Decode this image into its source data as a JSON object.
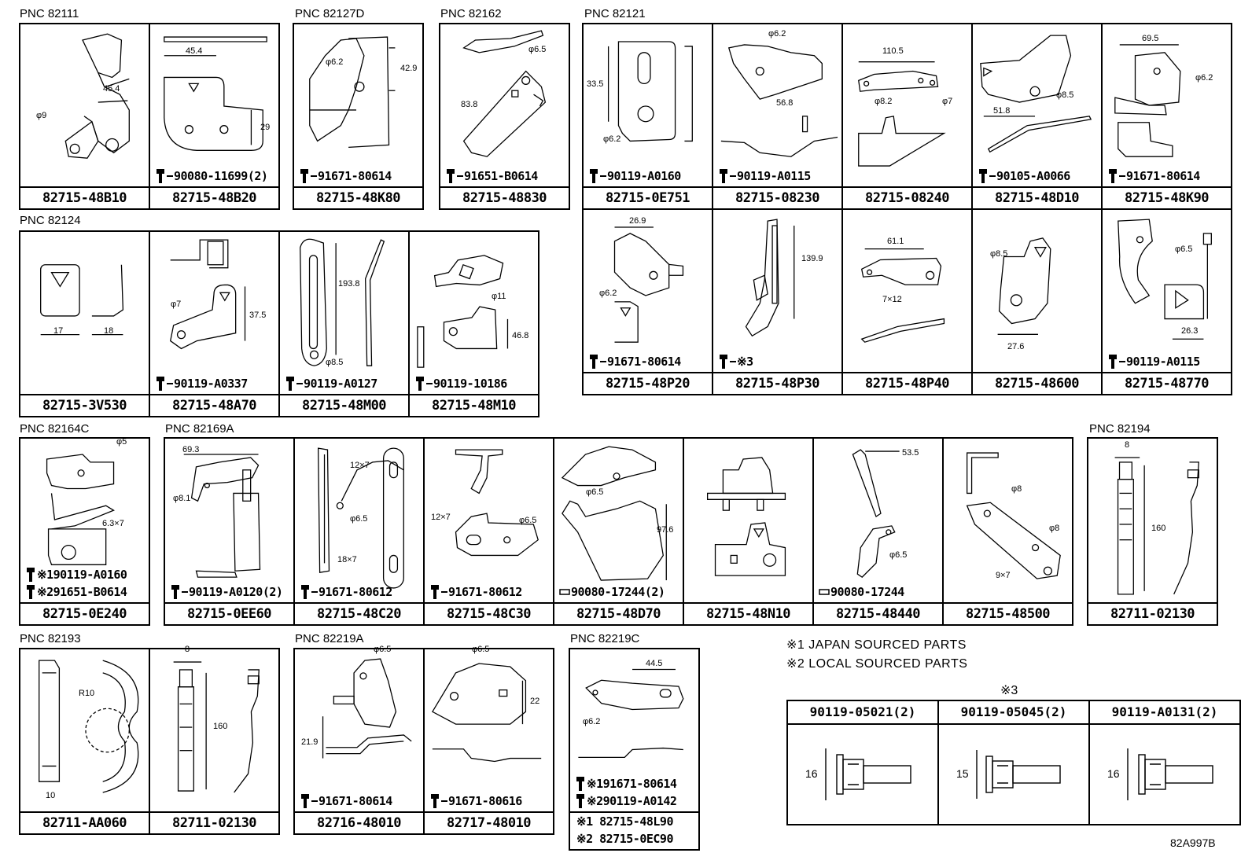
{
  "groups": {
    "g82111": "PNC 82111",
    "g82127D": "PNC 82127D",
    "g82162": "PNC 82162",
    "g82121": "PNC 82121",
    "g82124": "PNC 82124",
    "g82164C": "PNC 82164C",
    "g82169A": "PNC 82169A",
    "g82194": "PNC 82194",
    "g82193": "PNC 82193",
    "g82219A": "PNC 82219A",
    "g82219C": "PNC 82219C"
  },
  "parts": {
    "p48B10": {
      "pn": "82715-48B10",
      "dims": [
        "φ9",
        "45.4"
      ]
    },
    "p48B20": {
      "pn": "82715-48B20",
      "bolt": "90080-11699(2)",
      "dims": [
        "45.4",
        "29"
      ]
    },
    "p48K80": {
      "pn": "82715-48K80",
      "bolt": "91671-80614",
      "dims": [
        "φ6.2",
        "42.9"
      ]
    },
    "p48830": {
      "pn": "82715-48830",
      "bolt": "91651-B0614",
      "dims": [
        "φ6.5",
        "83.8"
      ]
    },
    "p0E751": {
      "pn": "82715-0E751",
      "bolt": "90119-A0160",
      "dims": [
        "33.5",
        "φ6.2"
      ]
    },
    "p08230": {
      "pn": "82715-08230",
      "bolt": "90119-A0115",
      "dims": [
        "φ6.2",
        "56.8"
      ]
    },
    "p08240": {
      "pn": "82715-08240",
      "dims": [
        "110.5",
        "φ8.2",
        "φ7"
      ]
    },
    "p48D10": {
      "pn": "82715-48D10",
      "bolt": "90105-A0066",
      "dims": [
        "51.8",
        "φ8.5"
      ]
    },
    "p48K90": {
      "pn": "82715-48K90",
      "bolt": "91671-80614",
      "dims": [
        "69.5",
        "φ6.2"
      ]
    },
    "p3V530": {
      "pn": "82715-3V530",
      "dims": [
        "17",
        "18"
      ]
    },
    "p48A70": {
      "pn": "82715-48A70",
      "bolt": "90119-A0337",
      "dims": [
        "φ7",
        "37.5"
      ]
    },
    "p48M00": {
      "pn": "82715-48M00",
      "bolt": "90119-A0127",
      "dims": [
        "193.8",
        "φ8.5"
      ]
    },
    "p48M10": {
      "pn": "82715-48M10",
      "bolt": "90119-10186",
      "dims": [
        "φ11",
        "46.8"
      ]
    },
    "p48P20": {
      "pn": "82715-48P20",
      "bolt": "91671-80614",
      "dims": [
        "26.9",
        "φ6.2"
      ]
    },
    "p48P30": {
      "pn": "82715-48P30",
      "bolt": "※3",
      "dims": [
        "139.9"
      ]
    },
    "p48P40": {
      "pn": "82715-48P40",
      "dims": [
        "61.1",
        "7×12"
      ]
    },
    "p48600": {
      "pn": "82715-48600",
      "dims": [
        "φ8.5",
        "27.6"
      ]
    },
    "p48770": {
      "pn": "82715-48770",
      "bolt": "90119-A0115",
      "dims": [
        "φ6.5",
        "26.3"
      ]
    },
    "p0E240": {
      "pn": "82715-0E240",
      "bolt1": "※190119-A0160",
      "bolt2": "※291651-B0614",
      "dims": [
        "φ5",
        "6.3×7"
      ]
    },
    "p0EE60": {
      "pn": "82715-0EE60",
      "bolt": "90119-A0120(2)",
      "dims": [
        "69.3",
        "φ8.1"
      ]
    },
    "p48C20": {
      "pn": "82715-48C20",
      "bolt": "91671-80612",
      "dims": [
        "12×7",
        "φ6.5",
        "18×7"
      ]
    },
    "p48C30": {
      "pn": "82715-48C30",
      "bolt": "91671-80612",
      "dims": [
        "12×7",
        "φ6.5"
      ]
    },
    "p48D70": {
      "pn": "82715-48D70",
      "bolt": "90080-17244(2)",
      "dims": [
        "φ6.5",
        "97.6"
      ]
    },
    "p48N10": {
      "pn": "82715-48N10"
    },
    "p48440": {
      "pn": "82715-48440",
      "bolt": "90080-17244",
      "dims": [
        "53.5",
        "φ6.5"
      ]
    },
    "p48500": {
      "pn": "82715-48500",
      "dims": [
        "φ8",
        "φ8",
        "9×7"
      ]
    },
    "p02130a": {
      "pn": "82711-02130",
      "dims": [
        "8",
        "160"
      ]
    },
    "pAA060": {
      "pn": "82711-AA060",
      "dims": [
        "R10",
        "10"
      ]
    },
    "p02130b": {
      "pn": "82711-02130",
      "dims": [
        "8",
        "160"
      ]
    },
    "p48010a": {
      "pn": "82716-48010",
      "bolt": "91671-80614",
      "dims": [
        "φ6.5",
        "21.9"
      ]
    },
    "p48010b": {
      "pn": "82717-48010",
      "bolt": "91671-80616",
      "dims": [
        "φ6.5",
        "22"
      ]
    },
    "p82219C": {
      "pn1": "※1 82715-48L90",
      "pn2": "※2 82715-0EC90",
      "bolt1": "※191671-80614",
      "bolt2": "※290119-A0142",
      "dims": [
        "44.5",
        "φ6.2"
      ]
    }
  },
  "notes": {
    "n1": "※1 JAPAN SOURCED PARTS",
    "n2": "※2 LOCAL SOURCED PARTS",
    "legend_title": "※3"
  },
  "legend": [
    {
      "pn": "90119-05021(2)",
      "dim": "16"
    },
    {
      "pn": "90119-05045(2)",
      "dim": "15"
    },
    {
      "pn": "90119-A0131(2)",
      "dim": "16"
    }
  ],
  "ref": "82A997B"
}
